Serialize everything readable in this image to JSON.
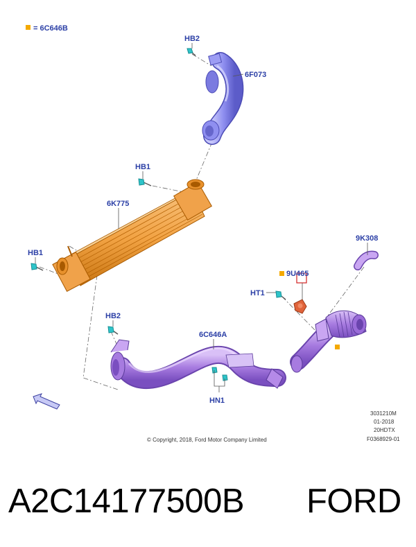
{
  "legend": {
    "marker_color": "#f4a900",
    "text": "= 6C646B"
  },
  "callouts": {
    "hb2_top": "HB2",
    "tube_6f073": "6F073",
    "hb1_mid": "HB1",
    "cooler_6k775": "6K775",
    "hb1_left": "HB1",
    "hose_9k308": "9K308",
    "sensor_9u465": "9U465",
    "ht1": "HT1",
    "hb2_low": "HB2",
    "hose_6c646a": "6C646A",
    "hn1": "HN1"
  },
  "info_block": [
    "3031210M",
    "01-2018",
    "20HDTX",
    "F0368929-01"
  ],
  "copyright": "© Copyright, 2018, Ford Motor Company Limited",
  "footer": {
    "part_number": "A2C14177500B",
    "brand": "FORD"
  },
  "colors": {
    "label_blue": "#2b3fa6",
    "hose_purple": "#a77be0",
    "tube_blue": "#8f8ff0",
    "cooler_orange": "#f2a344",
    "fastener_teal": "#2ec4c9",
    "sensor_red": "#e0633a",
    "marker_yellow": "#f4a900"
  },
  "icons": [
    "view-direction-arrow-icon",
    "legend-marker-icon",
    "bolt-icon",
    "nut-icon"
  ]
}
